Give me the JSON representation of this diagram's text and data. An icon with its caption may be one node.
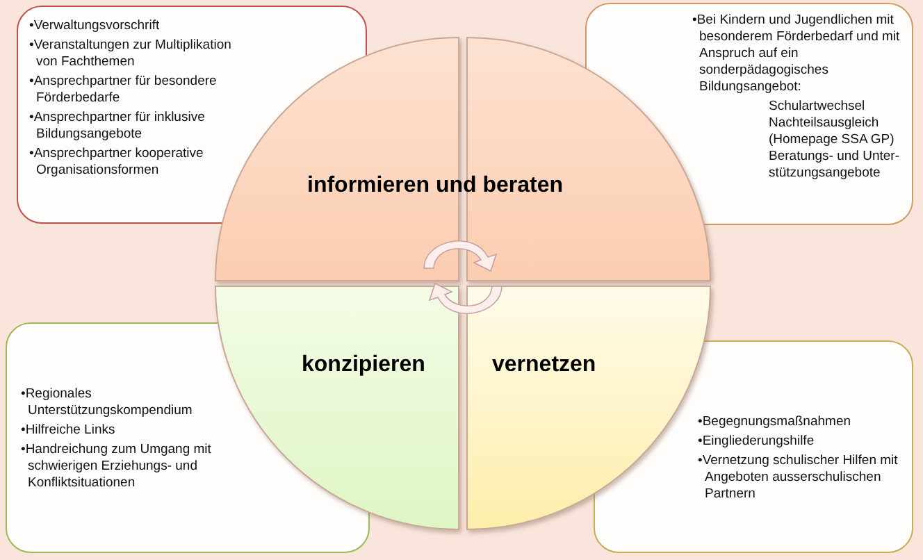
{
  "diagram": {
    "nodes": [
      {
        "text": [
          "•Verwaltungsvorschrift",
          "•Veranstaltungen zur Multiplikation von Fachthemen",
          "•Ansprechpartner für besondere Förderbedarfe",
          "•Ansprechpartner für inklusive Bildungsangebote",
          "•Ansprechpartner kooperative Organisationsformen"
        ]
      },
      {
        "text": [
          "•Bei Kindern und Jugendlichen mit besonderem Förderbedarf und mit Anspruch auf ein sonderpädagogisches Bildungsangebot:",
          "Schulartwechsel",
          "Nachteilsausgleich (Homepage SSA GP)",
          "Beratungs- und Unter-stützungsangebote"
        ]
      },
      {
        "text": [
          "informieren und beraten"
        ]
      },
      {
        "text": [
          "•Regionales Unterstützungskompendium",
          "•Hilfreiche Links",
          "•Handreichung zum Umgang mit schwierigen Erziehungs- und Konfliktsituationen"
        ]
      },
      {
        "text": [
          "konzipieren"
        ]
      },
      {
        "text": [
          "vernetzen"
        ]
      },
      {
        "text": [
          "•Begegnungsmaßnahmen",
          "•Eingliederungshilfe",
          "•Vernetzung  schulischer Hilfen mit Angeboten ausserschulischen Partnern"
        ]
      }
    ]
  }
}
